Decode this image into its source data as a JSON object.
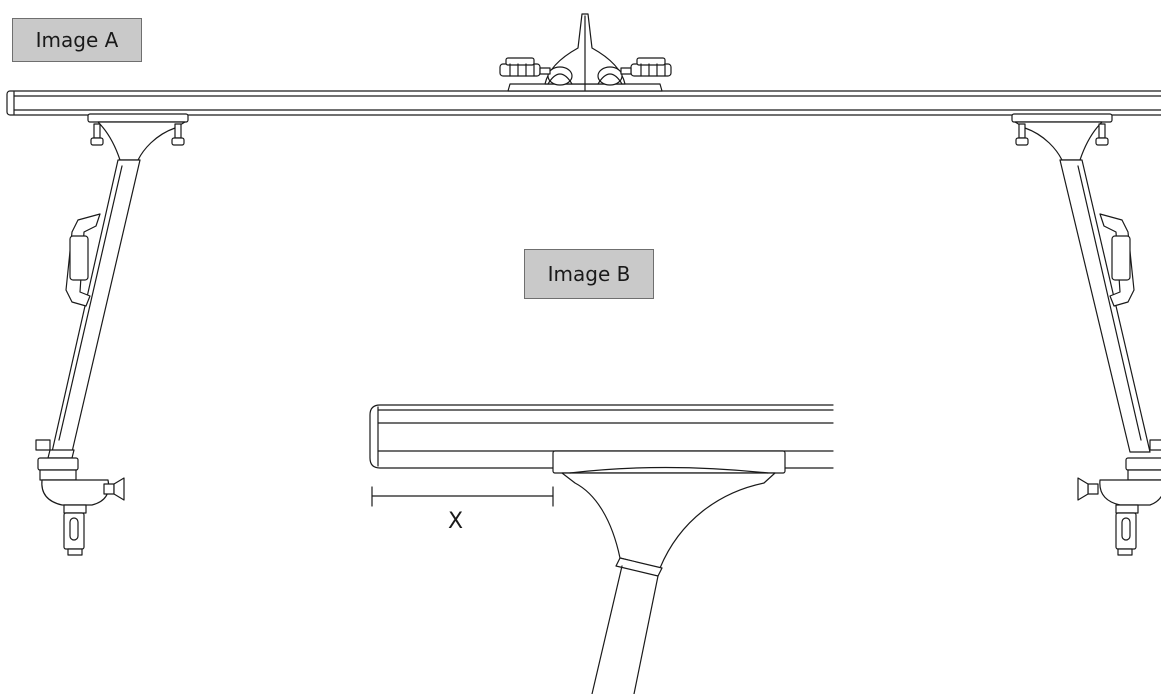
{
  "labels": {
    "image_a": "Image A",
    "image_b": "Image B",
    "dimension_x": "X"
  },
  "colors": {
    "line": "#1a1a1a",
    "label_fill": "#c9c9c9",
    "label_border": "#6f6f6f",
    "background": "#ffffff"
  }
}
